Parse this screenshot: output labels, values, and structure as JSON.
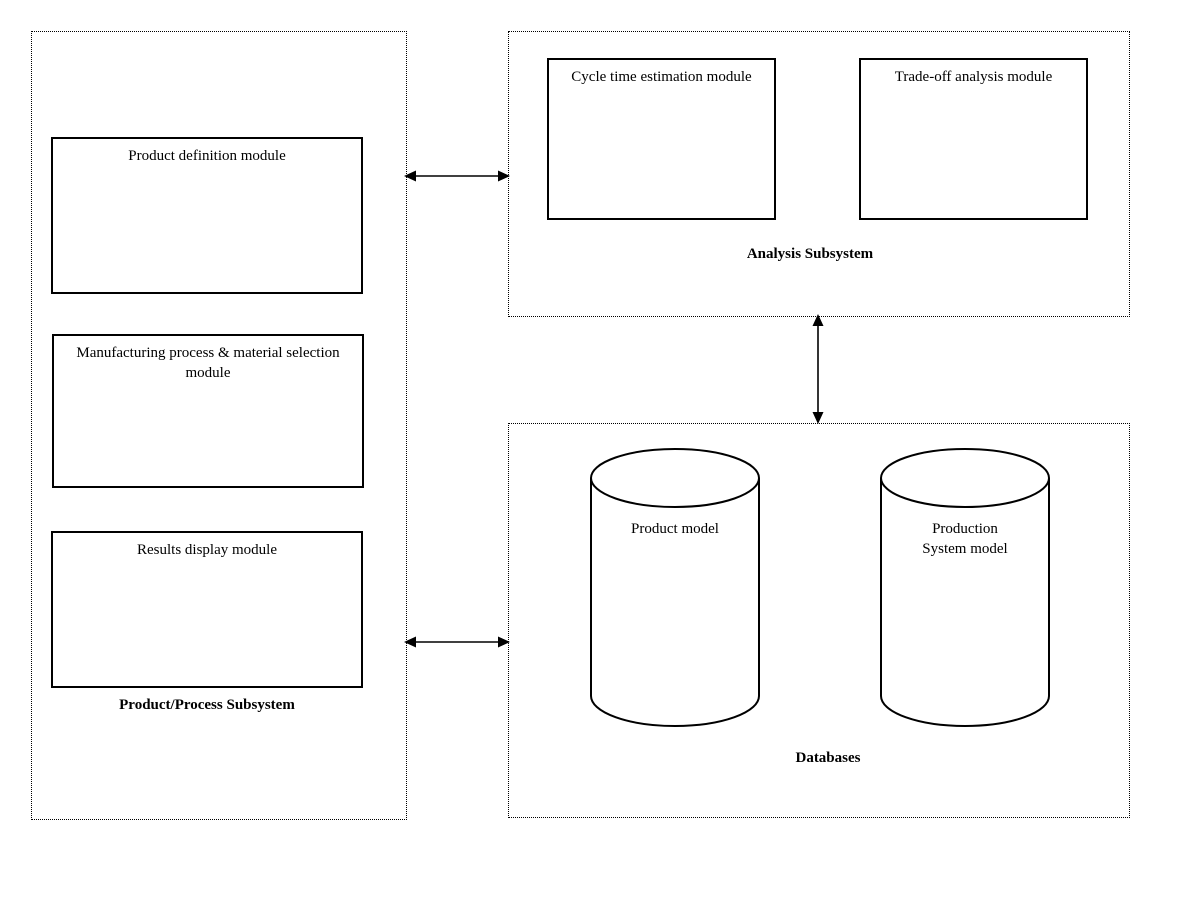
{
  "diagram": {
    "title": "System architecture block diagram",
    "background_color": "#ffffff",
    "line_color": "#000000"
  },
  "subsystems": {
    "product_process": {
      "caption": "Product/Process Subsystem",
      "modules": [
        {
          "label": "Product definition module"
        },
        {
          "label": "Manufacturing process & material selection\nmodule"
        },
        {
          "label": "Results display module"
        }
      ]
    },
    "analysis": {
      "caption": "Analysis Subsystem",
      "modules": [
        {
          "label": "Cycle time estimation module"
        },
        {
          "label": "Trade-off analysis module"
        }
      ]
    },
    "databases": {
      "caption": "Databases",
      "stores": [
        {
          "label": "Product model"
        },
        {
          "label": "Production\nSystem model"
        }
      ]
    }
  },
  "connectors": [
    {
      "name": "product-process-to-analysis",
      "type": "double-headed-horizontal"
    },
    {
      "name": "analysis-to-databases",
      "type": "double-headed-vertical"
    },
    {
      "name": "product-process-to-databases",
      "type": "double-headed-horizontal"
    }
  ]
}
